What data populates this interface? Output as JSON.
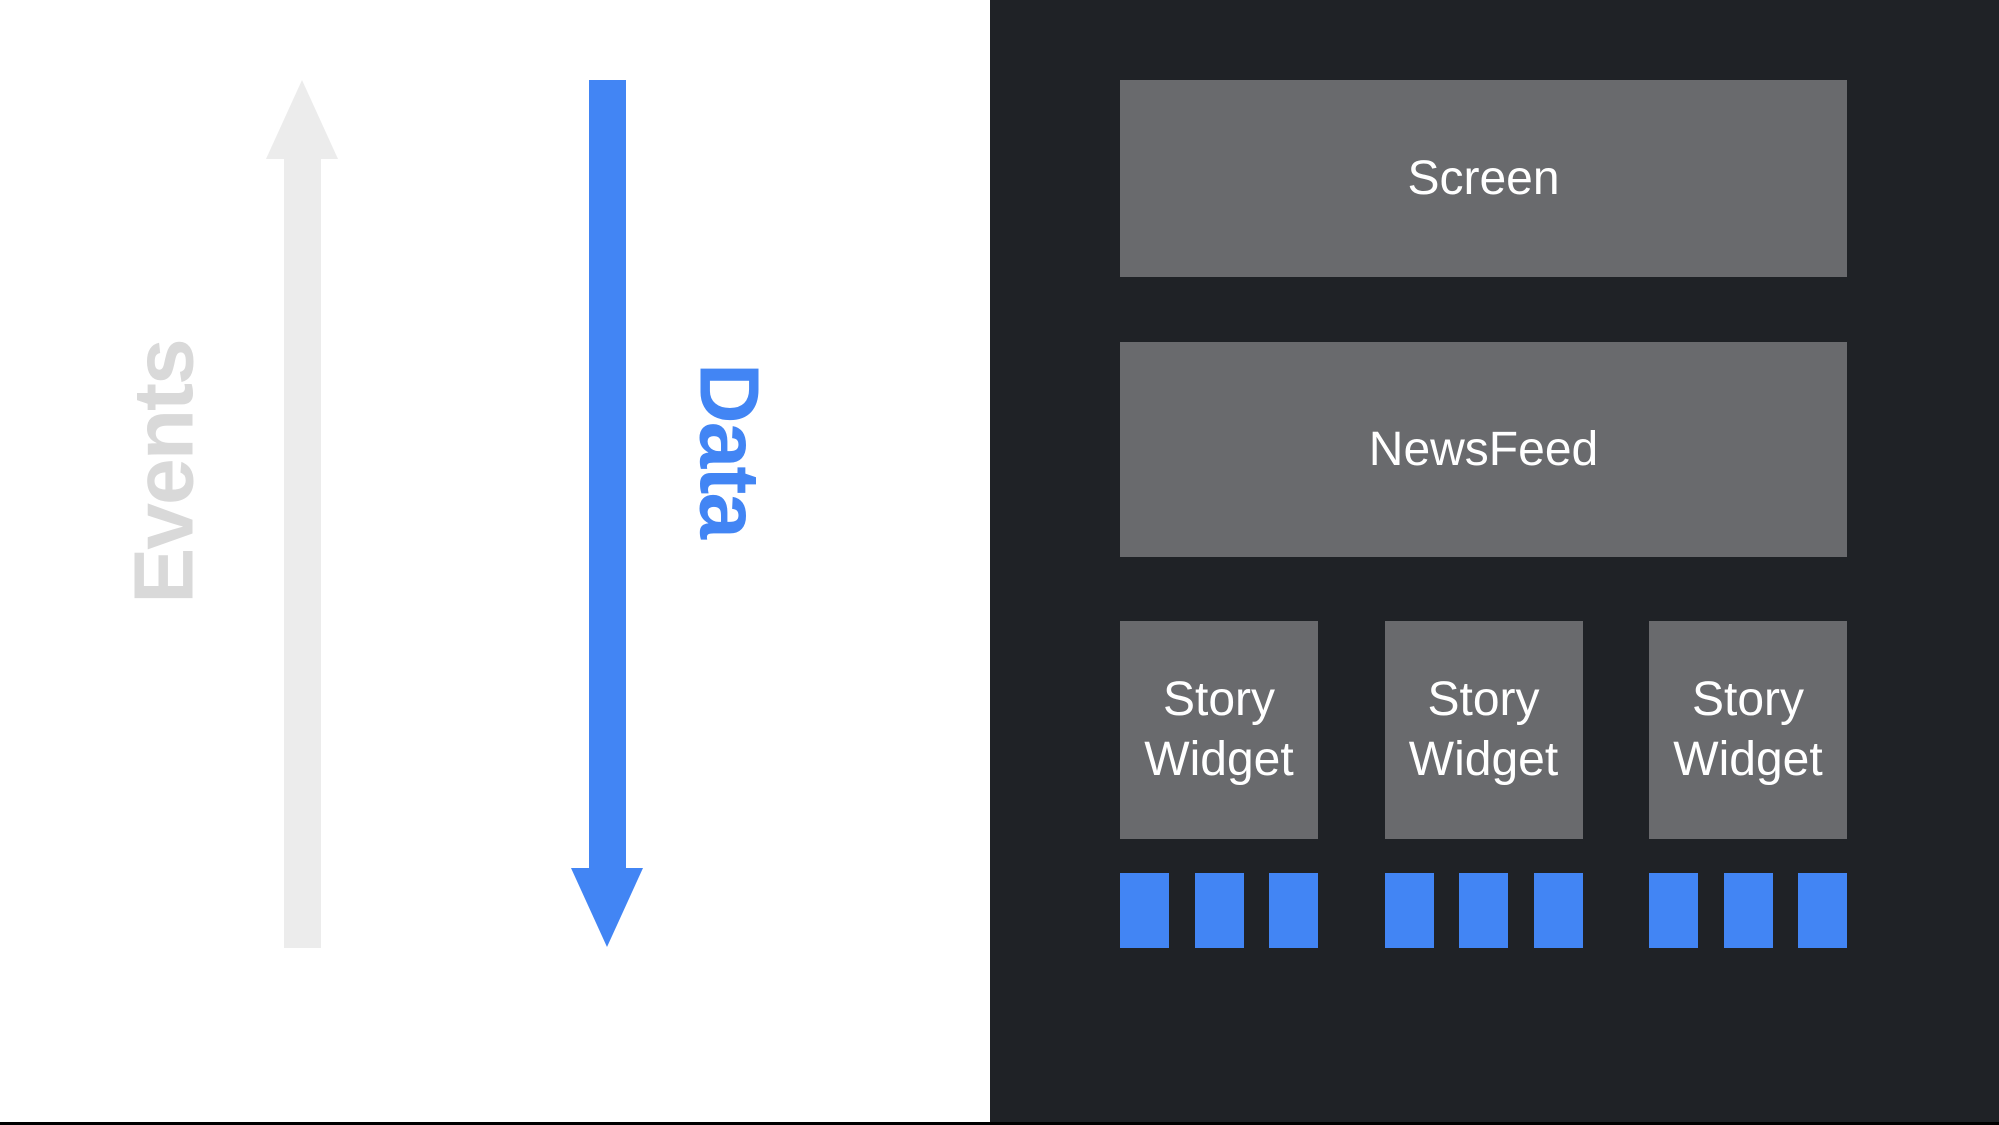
{
  "slide": {
    "left_section": {
      "events_label": "Events",
      "data_label": "Data"
    },
    "widget_tree": {
      "screen_label": "Screen",
      "newsfeed_label": "NewsFeed",
      "story_widgets": [
        {
          "label": "Story Widget",
          "data_squares": 3
        },
        {
          "label": "Story Widget",
          "data_squares": 3
        },
        {
          "label": "Story Widget",
          "data_squares": 3
        }
      ]
    },
    "colors": {
      "background_left": "#ffffff",
      "background_right": "#1f2226",
      "widget_box_gray": "#696a6d",
      "accent_blue": "#4285f4",
      "events_label_gray": "#d9d9d9",
      "events_arrow_gray": "#ececec",
      "box_label_white": "#ffffff"
    }
  }
}
